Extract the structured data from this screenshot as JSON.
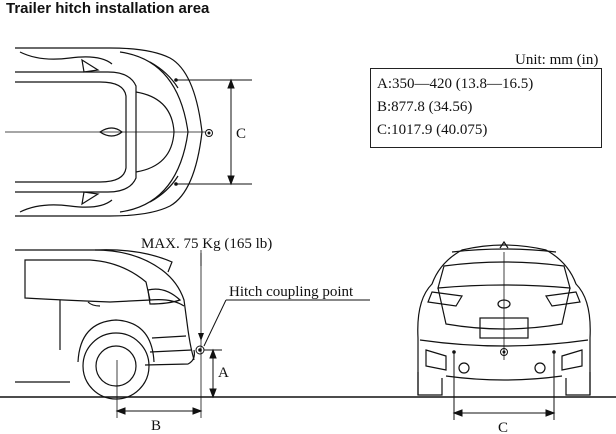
{
  "title": "Trailer hitch installation area",
  "unit_label": "Unit: mm (in)",
  "specs": [
    {
      "text": "A:350—420 (13.8—16.5)"
    },
    {
      "text": "B:877.8 (34.56)"
    },
    {
      "text": "C:1017.9 (40.075)"
    }
  ],
  "labels": {
    "max_load": "MAX. 75 Kg (165 lb)",
    "hitch_point": "Hitch coupling point",
    "dim_a": "A",
    "dim_b": "B",
    "dim_c_top": "C",
    "dim_c_rear": "C"
  }
}
